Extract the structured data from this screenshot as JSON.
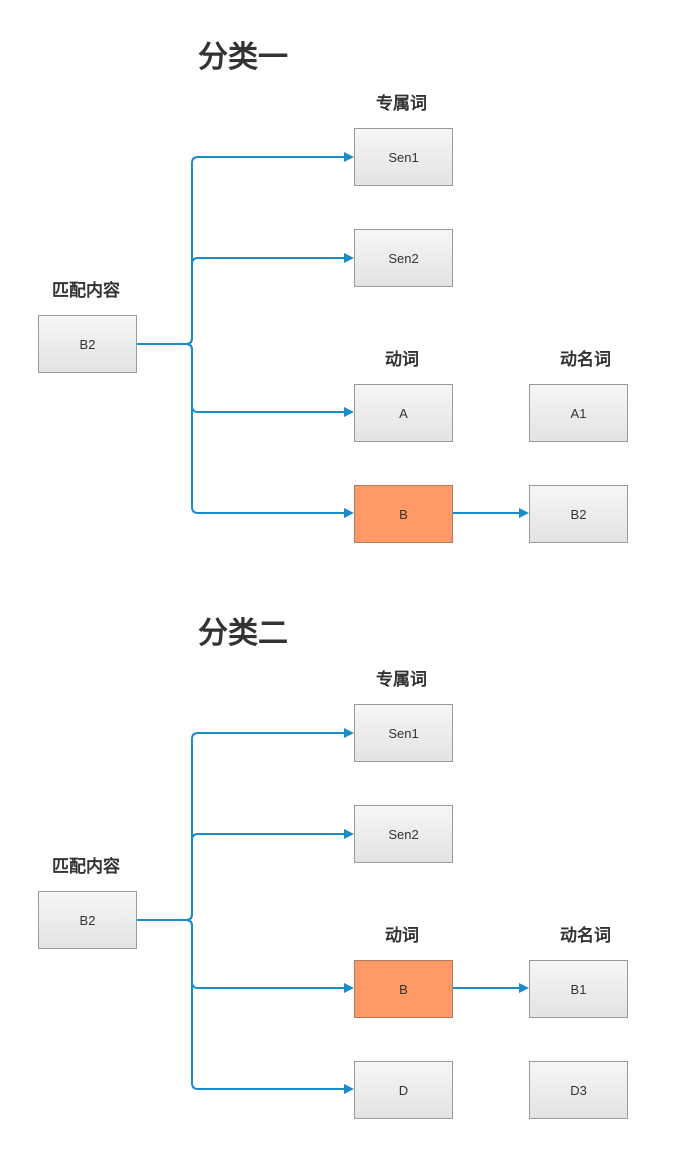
{
  "sections": [
    {
      "title": "分类一",
      "headers": {
        "match": "匹配内容",
        "exclusive": "专属词",
        "verb": "动词",
        "noun": "动名词"
      },
      "source": {
        "label": "B2",
        "highlight": false
      },
      "exclusive": [
        {
          "label": "Sen1",
          "highlight": false
        },
        {
          "label": "Sen2",
          "highlight": false
        }
      ],
      "verbs": [
        {
          "label": "A",
          "highlight": false
        },
        {
          "label": "B",
          "highlight": true
        }
      ],
      "nouns": [
        {
          "label": "A1",
          "highlight": false
        },
        {
          "label": "B2",
          "highlight": false
        }
      ]
    },
    {
      "title": "分类二",
      "headers": {
        "match": "匹配内容",
        "exclusive": "专属词",
        "verb": "动词",
        "noun": "动名词"
      },
      "source": {
        "label": "B2",
        "highlight": false
      },
      "exclusive": [
        {
          "label": "Sen1",
          "highlight": false
        },
        {
          "label": "Sen2",
          "highlight": false
        }
      ],
      "verbs": [
        {
          "label": "B",
          "highlight": true
        },
        {
          "label": "D",
          "highlight": false
        }
      ],
      "nouns": [
        {
          "label": "B1",
          "highlight": false
        },
        {
          "label": "D3",
          "highlight": false
        }
      ]
    }
  ],
  "colors": {
    "connector": "#1a8cc8",
    "highlight": "#ff9966",
    "box_border": "#9a9a9a"
  }
}
